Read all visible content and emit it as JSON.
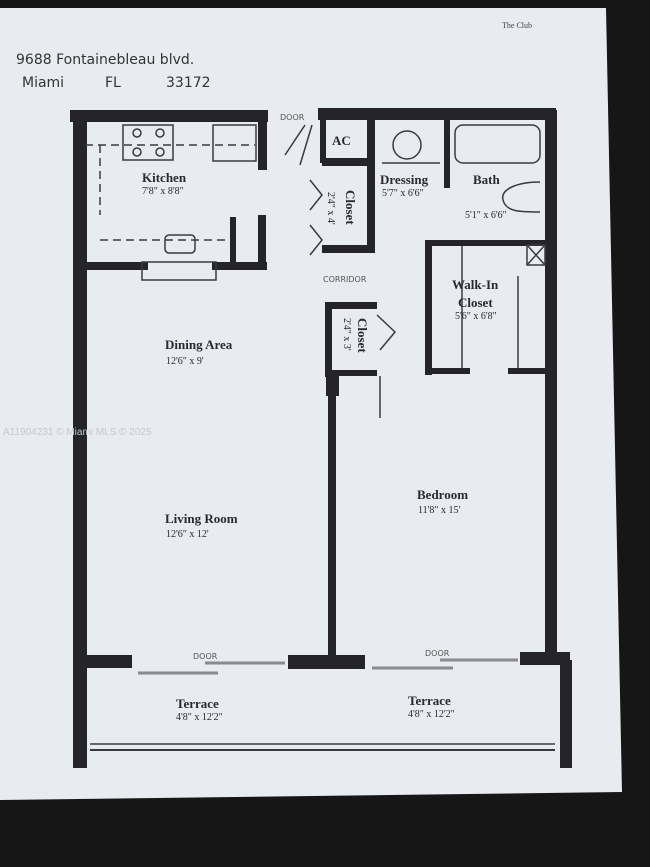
{
  "header": {
    "address": "9688 Fontainebleau  blvd.",
    "city": "Miami",
    "state": "FL",
    "zip": "33172"
  },
  "logo": "The Club",
  "watermark": "A11904231 © Miami MLS © 2025",
  "rooms": {
    "kitchen": {
      "name": "Kitchen",
      "dim": "7'8\" x 8'8\""
    },
    "ac": {
      "name": "AC"
    },
    "closet1": {
      "name": "Closet",
      "dim": "2'4\" x 4'"
    },
    "dressing": {
      "name": "Dressing",
      "dim": "5'7\" x 6'6\""
    },
    "bath": {
      "name": "Bath",
      "dim": "5'1\" x 6'6\""
    },
    "walkin": {
      "name": "Walk-In",
      "name2": "Closet",
      "dim": "5'6\" x 6'8\""
    },
    "closet2": {
      "name": "Closet",
      "dim": "2'4\" x 3'"
    },
    "dining": {
      "name": "Dining Area",
      "dim": "12'6\" x 9'"
    },
    "living": {
      "name": "Living Room",
      "dim": "12'6\" x 12'"
    },
    "bedroom": {
      "name": "Bedroom",
      "dim": "11'8\" x 15'"
    },
    "terrace1": {
      "name": "Terrace",
      "dim": "4'8\" x 12'2\""
    },
    "terrace2": {
      "name": "Terrace",
      "dim": "4'8\" x 12'2\""
    }
  },
  "labels": {
    "door_top": "DOOR",
    "corridor": "CORRIDOR",
    "door_left": "DOOR",
    "door_right": "DOOR"
  },
  "colors": {
    "paper": "#e8ebf0",
    "wall": "#24242a",
    "background": "#161616"
  }
}
